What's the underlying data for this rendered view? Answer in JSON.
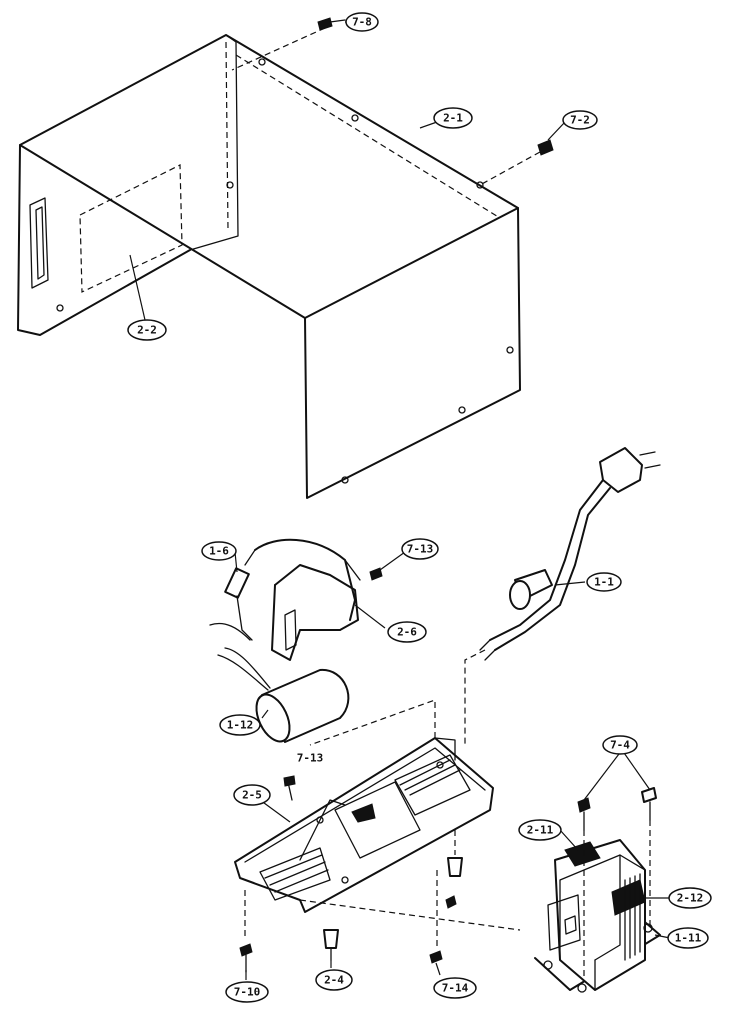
{
  "diagram": {
    "callouts": [
      {
        "id": "7-8",
        "label": "7-8"
      },
      {
        "id": "2-1",
        "label": "2-1"
      },
      {
        "id": "7-2",
        "label": "7-2"
      },
      {
        "id": "2-2",
        "label": "2-2"
      },
      {
        "id": "1-6",
        "label": "1-6"
      },
      {
        "id": "7-13a",
        "label": "7-13"
      },
      {
        "id": "2-6",
        "label": "2-6"
      },
      {
        "id": "1-1",
        "label": "1-1"
      },
      {
        "id": "1-12",
        "label": "1-12"
      },
      {
        "id": "7-13b",
        "label": "7-13"
      },
      {
        "id": "2-5",
        "label": "2-5"
      },
      {
        "id": "7-4",
        "label": "7-4"
      },
      {
        "id": "2-11",
        "label": "2-11"
      },
      {
        "id": "2-12",
        "label": "2-12"
      },
      {
        "id": "1-11",
        "label": "1-11"
      },
      {
        "id": "7-10",
        "label": "7-10"
      },
      {
        "id": "2-4",
        "label": "2-4"
      },
      {
        "id": "7-14",
        "label": "7-14"
      }
    ]
  }
}
